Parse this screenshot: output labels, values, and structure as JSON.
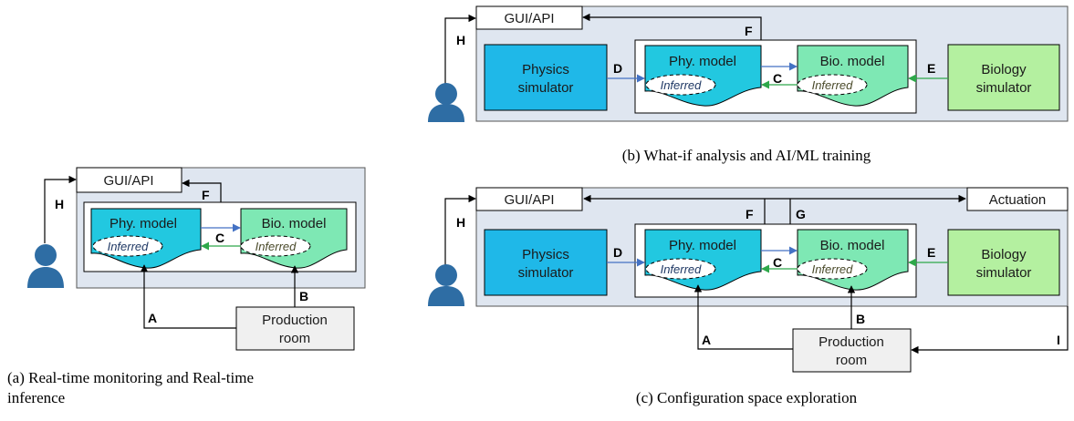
{
  "panel_a": {
    "gui": "GUI/API",
    "phy_model": "Phy. model",
    "bio_model": "Bio. model",
    "inferred": "Inferred",
    "production_line1": "Production",
    "production_line2": "room",
    "labels": {
      "a": "A",
      "b": "B",
      "c": "C",
      "f": "F",
      "h": "H"
    },
    "caption_line1": "(a) Real-time monitoring and Real-time",
    "caption_line2": "inference"
  },
  "panel_b": {
    "gui": "GUI/API",
    "physics_line1": "Physics",
    "physics_line2": "simulator",
    "phy_model": "Phy. model",
    "bio_model": "Bio. model",
    "inferred": "Inferred",
    "biology_line1": "Biology",
    "biology_line2": "simulator",
    "labels": {
      "c": "C",
      "d": "D",
      "e": "E",
      "f": "F",
      "h": "H"
    },
    "caption": "(b) What-if analysis and AI/ML training"
  },
  "panel_c": {
    "gui": "GUI/API",
    "actuation": "Actuation",
    "physics_line1": "Physics",
    "physics_line2": "simulator",
    "phy_model": "Phy. model",
    "bio_model": "Bio. model",
    "inferred": "Inferred",
    "biology_line1": "Biology",
    "biology_line2": "simulator",
    "production_line1": "Production",
    "production_line2": "room",
    "labels": {
      "a": "A",
      "b": "B",
      "c": "C",
      "d": "D",
      "e": "E",
      "f": "F",
      "g": "G",
      "h": "H",
      "i": "I"
    },
    "caption": "(c) Configuration space exploration"
  },
  "colors": {
    "panel_bg": "#dfe6f0",
    "phy_fill": "#22c8e0",
    "bio_fill": "#7ee8b4",
    "physics_sim_fill": "#1fb8e8",
    "biology_sim_fill": "#b4f0a0",
    "production_fill": "#f0f0f0",
    "arrow_blue": "#4472c4",
    "arrow_green": "#2ea84a",
    "user_icon": "#2e6da4"
  }
}
